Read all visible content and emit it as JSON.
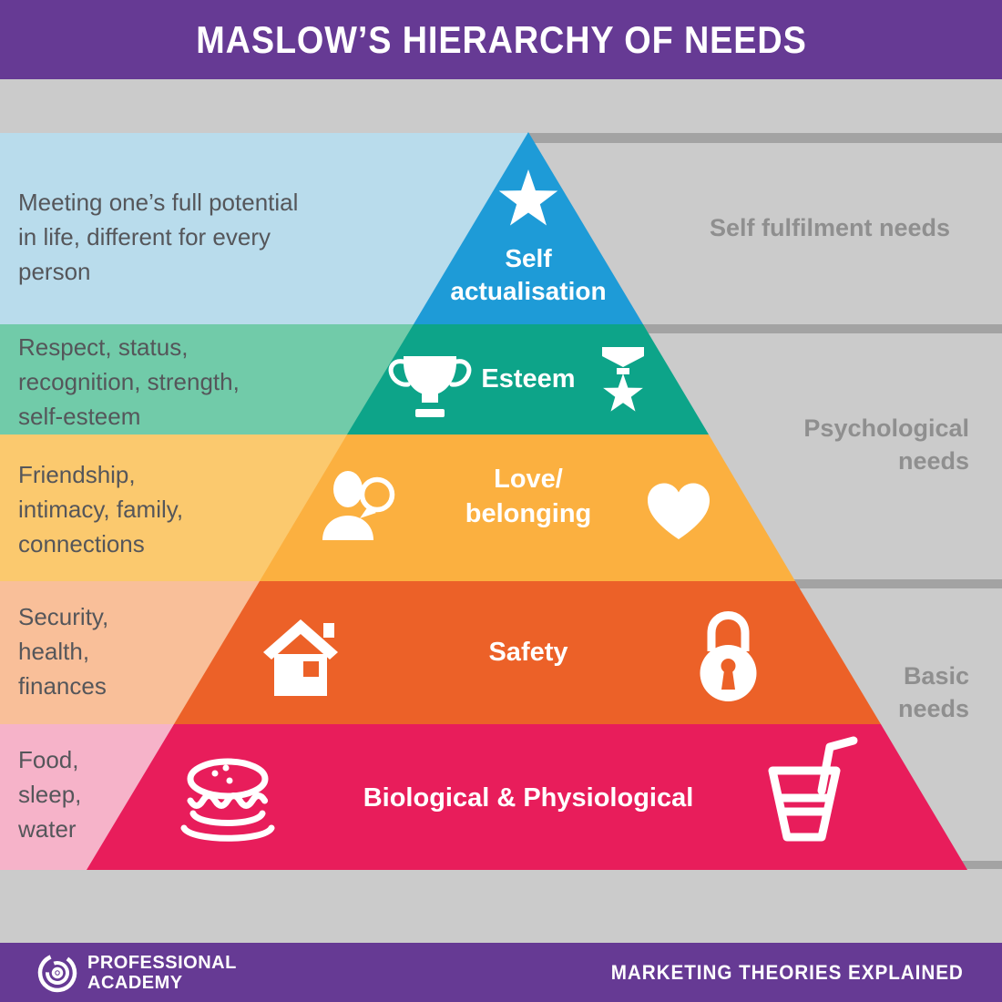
{
  "header": {
    "title": "MASLOW’S HIERARCHY OF NEEDS"
  },
  "pyramid": {
    "levels": [
      {
        "label": "Self\nactualisation",
        "description": "Meeting one’s full potential\nin life, different for every\nperson",
        "color": "#1e9bd7",
        "band_color": "#b9dcec",
        "icons": [
          "star-icon"
        ]
      },
      {
        "label": "Esteem",
        "description": "Respect, status,\nrecognition, strength,\nself-esteem",
        "color": "#0da489",
        "band_color": "#71cba9",
        "icons": [
          "trophy-icon",
          "medal-icon"
        ]
      },
      {
        "label": "Love/\nbelonging",
        "description": "Friendship,\nintimacy, family,\nconnections",
        "color": "#fbb040",
        "band_color": "#fbc96e",
        "icons": [
          "person-speech-icon",
          "heart-icon"
        ]
      },
      {
        "label": "Safety",
        "description": "Security,\nhealth,\nfinances",
        "color": "#ec6128",
        "band_color": "#f9bf99",
        "icons": [
          "house-icon",
          "padlock-icon"
        ]
      },
      {
        "label": "Biological & Physiological",
        "description": "Food,\nsleep,\nwater",
        "color": "#e81d5b",
        "band_color": "#f6b3c9",
        "icons": [
          "burger-icon",
          "drink-icon"
        ]
      }
    ]
  },
  "sections": [
    {
      "label": "Self fulfilment needs"
    },
    {
      "label": "Psychological\nneeds"
    },
    {
      "label": "Basic\nneeds"
    }
  ],
  "footer": {
    "logo_line1": "PROFESSIONAL",
    "logo_line2": "ACADEMY",
    "tagline": "MARKETING THEORIES EXPLAINED"
  },
  "colors": {
    "header_footer_purple": "#663a94",
    "background_gray": "#cbcbcb",
    "divider_gray": "#a3a3a3",
    "description_text": "#55565a",
    "section_label_text": "#8f8f8f",
    "icon_white": "#ffffff"
  }
}
